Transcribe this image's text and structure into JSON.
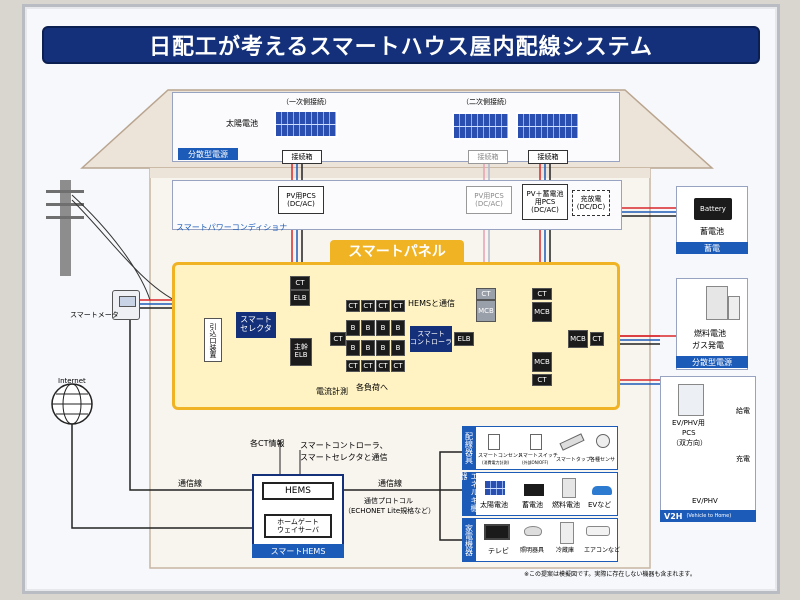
{
  "title": "日配工が考えるスマートハウス屋内配線システム",
  "top_labels": {
    "primary": "（一次側接続）",
    "secondary": "（二次側接続）",
    "solar": "太陽電池",
    "distributed_source": "分散型電源",
    "junction_box": "接続箱"
  },
  "pcs": {
    "pv_line1": "PV用PCS",
    "pv_line2": "(DC/AC)",
    "pvstorage_line1": "PV＋蓄電池",
    "pvstorage_line2": "用PCS",
    "pvstorage_line3": "(DC/AC)",
    "charger_line1": "充放電",
    "charger_line2": "(DC/DC)"
  },
  "smart_power_conditioner": "スマートパワーコンディショナ",
  "smart_panel": {
    "title": "スマートパネル",
    "ct": "CT",
    "elb": "ELB",
    "mcb": "MCB",
    "b": "B",
    "hems_link": "HEMSと通信",
    "smart_selector": "スマート\nセレクタ",
    "main_elb": "主幹\nELB",
    "smart_controller": "スマート\nコントローラ",
    "intake": "引込口装置",
    "current_measure": "電流計測",
    "each_load": "各負荷へ"
  },
  "left": {
    "smart_meter": "スマートメータ",
    "internet": "Internet"
  },
  "hems": {
    "ct_info": "各CT情報",
    "controller_comm_line1": "スマートコントローラ、",
    "controller_comm_line2": "スマートセレクタと通信",
    "comm_line_left": "通信線",
    "comm_line_right": "通信線",
    "protocol_line1": "通信プロトコル",
    "protocol_line2": "（ECHONET Lite規格など）",
    "hems_box": "HEMS",
    "gateway_line1": "ホームゲート",
    "gateway_line2": "ウェイサーバ",
    "smart_hems": "スマートHEMS"
  },
  "right": {
    "battery_word": "Battery",
    "storage_battery": "蓄電池",
    "storage_tab": "蓄電",
    "fuel_cell_line1": "燃料電池",
    "fuel_cell_line2": "ガス発電",
    "distributed_tab": "分散型電源",
    "ev_pcs_line1": "EV/PHV用",
    "ev_pcs_line2": "PCS",
    "ev_pcs_line3": "（双方向）",
    "supply": "給電",
    "charge": "充電",
    "ev_label": "EV/PHV",
    "v2h": "V2H",
    "v2h_sub": "(Vehicle to Home)"
  },
  "devices": {
    "wiring_tab": "配線器具",
    "energy_tab": "エネルギ機器",
    "appliance_tab": "家電機器",
    "smart_outlet": "スマートコンセント",
    "smart_outlet_sub": "(消費電力計測)",
    "smart_switch": "スマートスイッチ",
    "smart_switch_sub": "(外部ON/OFF)",
    "smart_tap": "スマートタップ",
    "sensors": "各種センサ",
    "solar": "太陽電池",
    "battery": "蓄電池",
    "fuel_cell": "燃料電池",
    "ev_etc": "EVなど",
    "tv": "テレビ",
    "lighting": "照明器具",
    "fridge": "冷蔵庫",
    "aircon": "エアコンなど"
  },
  "footnote": "※この提案は模擬図です。実際に存在しない機器も含まれます。",
  "colors": {
    "navy": "#14307a",
    "blue": "#1d5bb8",
    "panel_yellow": "#fff3c4",
    "panel_border": "#f0b323",
    "red_wire": "#d9262b",
    "pink_wire": "#e8a0b5"
  }
}
